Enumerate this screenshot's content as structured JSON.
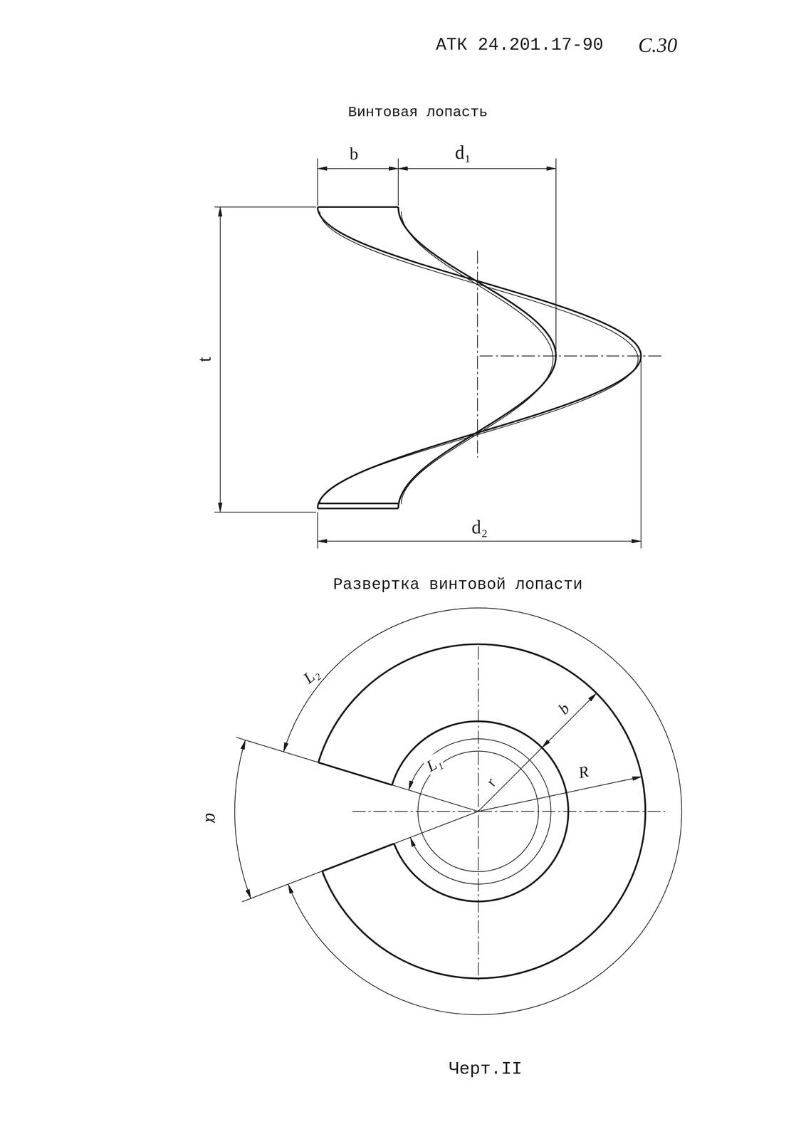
{
  "diagram": {
    "caption": "Черт.II",
    "labels": [
      "АТК 24.201.17-90",
      "С.30",
      "Винтовая лопасть",
      "b",
      "d₁",
      "t",
      "d₂",
      "Развертка винтовой лопасти",
      "L₂",
      "b",
      "L₁",
      "r",
      "R",
      "α"
    ]
  }
}
